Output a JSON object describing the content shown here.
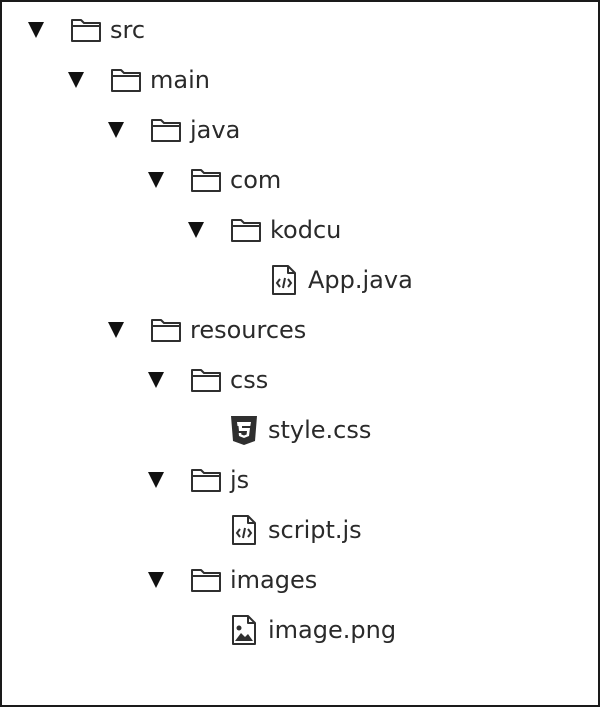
{
  "tree": {
    "src": "src",
    "main": "main",
    "java": "java",
    "com": "com",
    "kodcu": "kodcu",
    "app_java": "App.java",
    "resources": "resources",
    "css": "css",
    "style_css": "style.css",
    "js": "js",
    "script_js": "script.js",
    "images": "images",
    "image_png": "image.png"
  },
  "icons": {
    "folder": "folder-icon",
    "code_file": "code-file-icon",
    "css3": "css3-icon",
    "image_file": "image-file-icon"
  },
  "colors": {
    "text": "#2a2a2a",
    "icon": "#2f2f2f",
    "border": "#1a1a1a"
  }
}
